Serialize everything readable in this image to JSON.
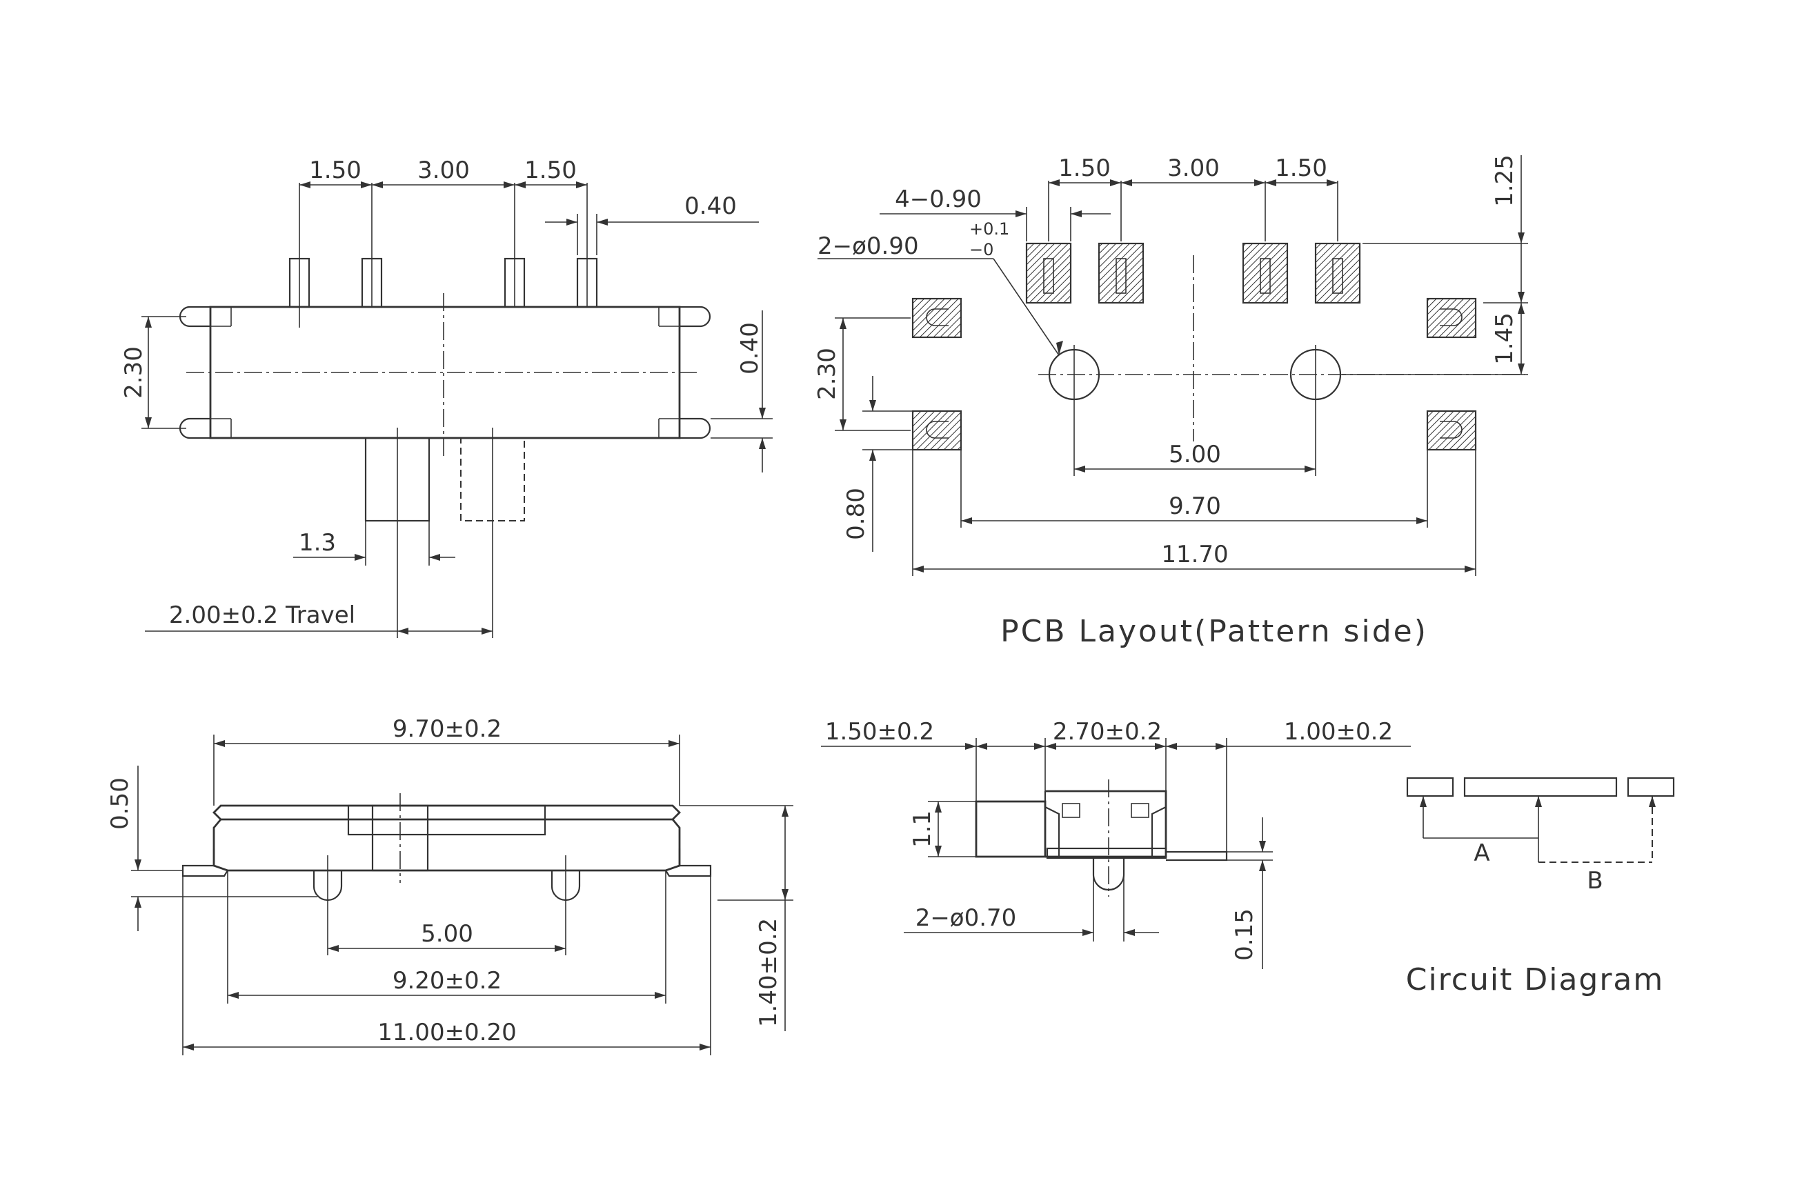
{
  "top_view": {
    "pitch_left": "1.50",
    "pitch_mid": "3.00",
    "pitch_right": "1.50",
    "pin_width": "0.40",
    "body_height": "2.30",
    "tab_height": "0.40",
    "actuator_width": "1.3",
    "travel": "2.00±0.2 Travel"
  },
  "pcb_layout": {
    "pitch_left": "1.50",
    "pitch_mid": "3.00",
    "pitch_right": "1.50",
    "pad_width": "4−0.90",
    "hole": "2−ø0.90",
    "hole_tol_upper": "+0.1",
    "hole_tol_lower": "−0",
    "row_offset": "1.25",
    "row_to_hole": "1.45",
    "tab_spacing": "2.30",
    "tab_pad": "0.80",
    "hole_spacing": "5.00",
    "inner_span": "9.70",
    "outer_span": "11.70",
    "caption": "PCB Layout(Pattern side)"
  },
  "front_view": {
    "top_length": "9.70±0.2",
    "top_thickness": "0.50",
    "post_pitch": "5.00",
    "base_length": "9.20±0.2",
    "overall_length": "11.00±0.20",
    "overall_height": "1.40±0.2"
  },
  "side_view": {
    "left_dim": "1.50±0.2",
    "mid_dim": "2.70±0.2",
    "right_dim": "1.00±0.2",
    "height": "1.1",
    "post_dia": "2−ø0.70",
    "lead_thickness": "0.15"
  },
  "circuit": {
    "label_a": "A",
    "label_b": "B",
    "caption": "Circuit Diagram"
  }
}
